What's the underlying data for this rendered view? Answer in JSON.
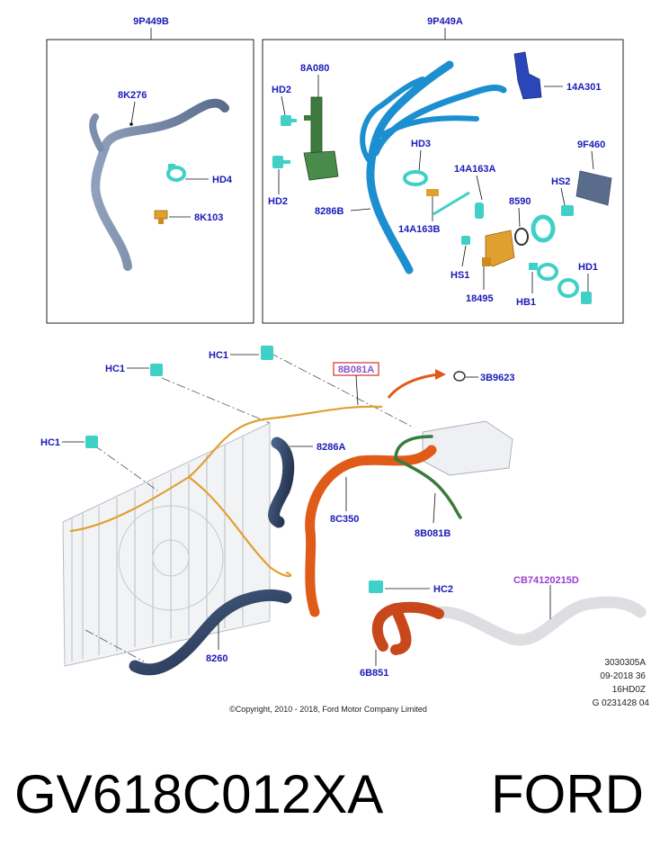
{
  "panels": {
    "left_title": "9P449B",
    "right_title": "9P449A"
  },
  "labels": {
    "p_8K276": "8K276",
    "p_HD4": "HD4",
    "p_8K103": "8K103",
    "p_8A080": "8A080",
    "p_HD2_top": "HD2",
    "p_HD2_bottom": "HD2",
    "p_8286B": "8286B",
    "p_HD3": "HD3",
    "p_14A163A": "14A163A",
    "p_14A163B": "14A163B",
    "p_14A301": "14A301",
    "p_9F460": "9F460",
    "p_8590": "8590",
    "p_HS2": "HS2",
    "p_HS1": "HS1",
    "p_18495": "18495",
    "p_HB1": "HB1",
    "p_HD1": "HD1",
    "p_HC1_a": "HC1",
    "p_HC1_b": "HC1",
    "p_HC1_c": "HC1",
    "p_8B081A": "8B081A",
    "p_3B9623": "3B9623",
    "p_8286A": "8286A",
    "p_8C350": "8C350",
    "p_8B081B": "8B081B",
    "p_HC2": "HC2",
    "p_CB74120215D": "CB74120215D",
    "p_8260": "8260",
    "p_6B851": "6B851"
  },
  "metadata": {
    "line1": "3030305A",
    "line2": "09-2018 36",
    "line3": "16HD0Z",
    "line4": "G 0231428 04"
  },
  "copyright": "©Copyright, 2010 - 2018, Ford Motor Company Limited",
  "footer": {
    "part_number": "GV618C012XA",
    "brand": "FORD"
  },
  "colors": {
    "label_blue": "#1a1ab8",
    "label_purple": "#9b3fd0",
    "callout_red": "#d23030",
    "hose_steel": "#6f82a0",
    "hose_blue": "#1c8fd0",
    "clip_cyan": "#3fd0c8",
    "part_orange": "#e0a030",
    "hose_orange": "#e05a18",
    "hose_green": "#3a7a3a",
    "hose_navy": "#2a3d5c"
  }
}
